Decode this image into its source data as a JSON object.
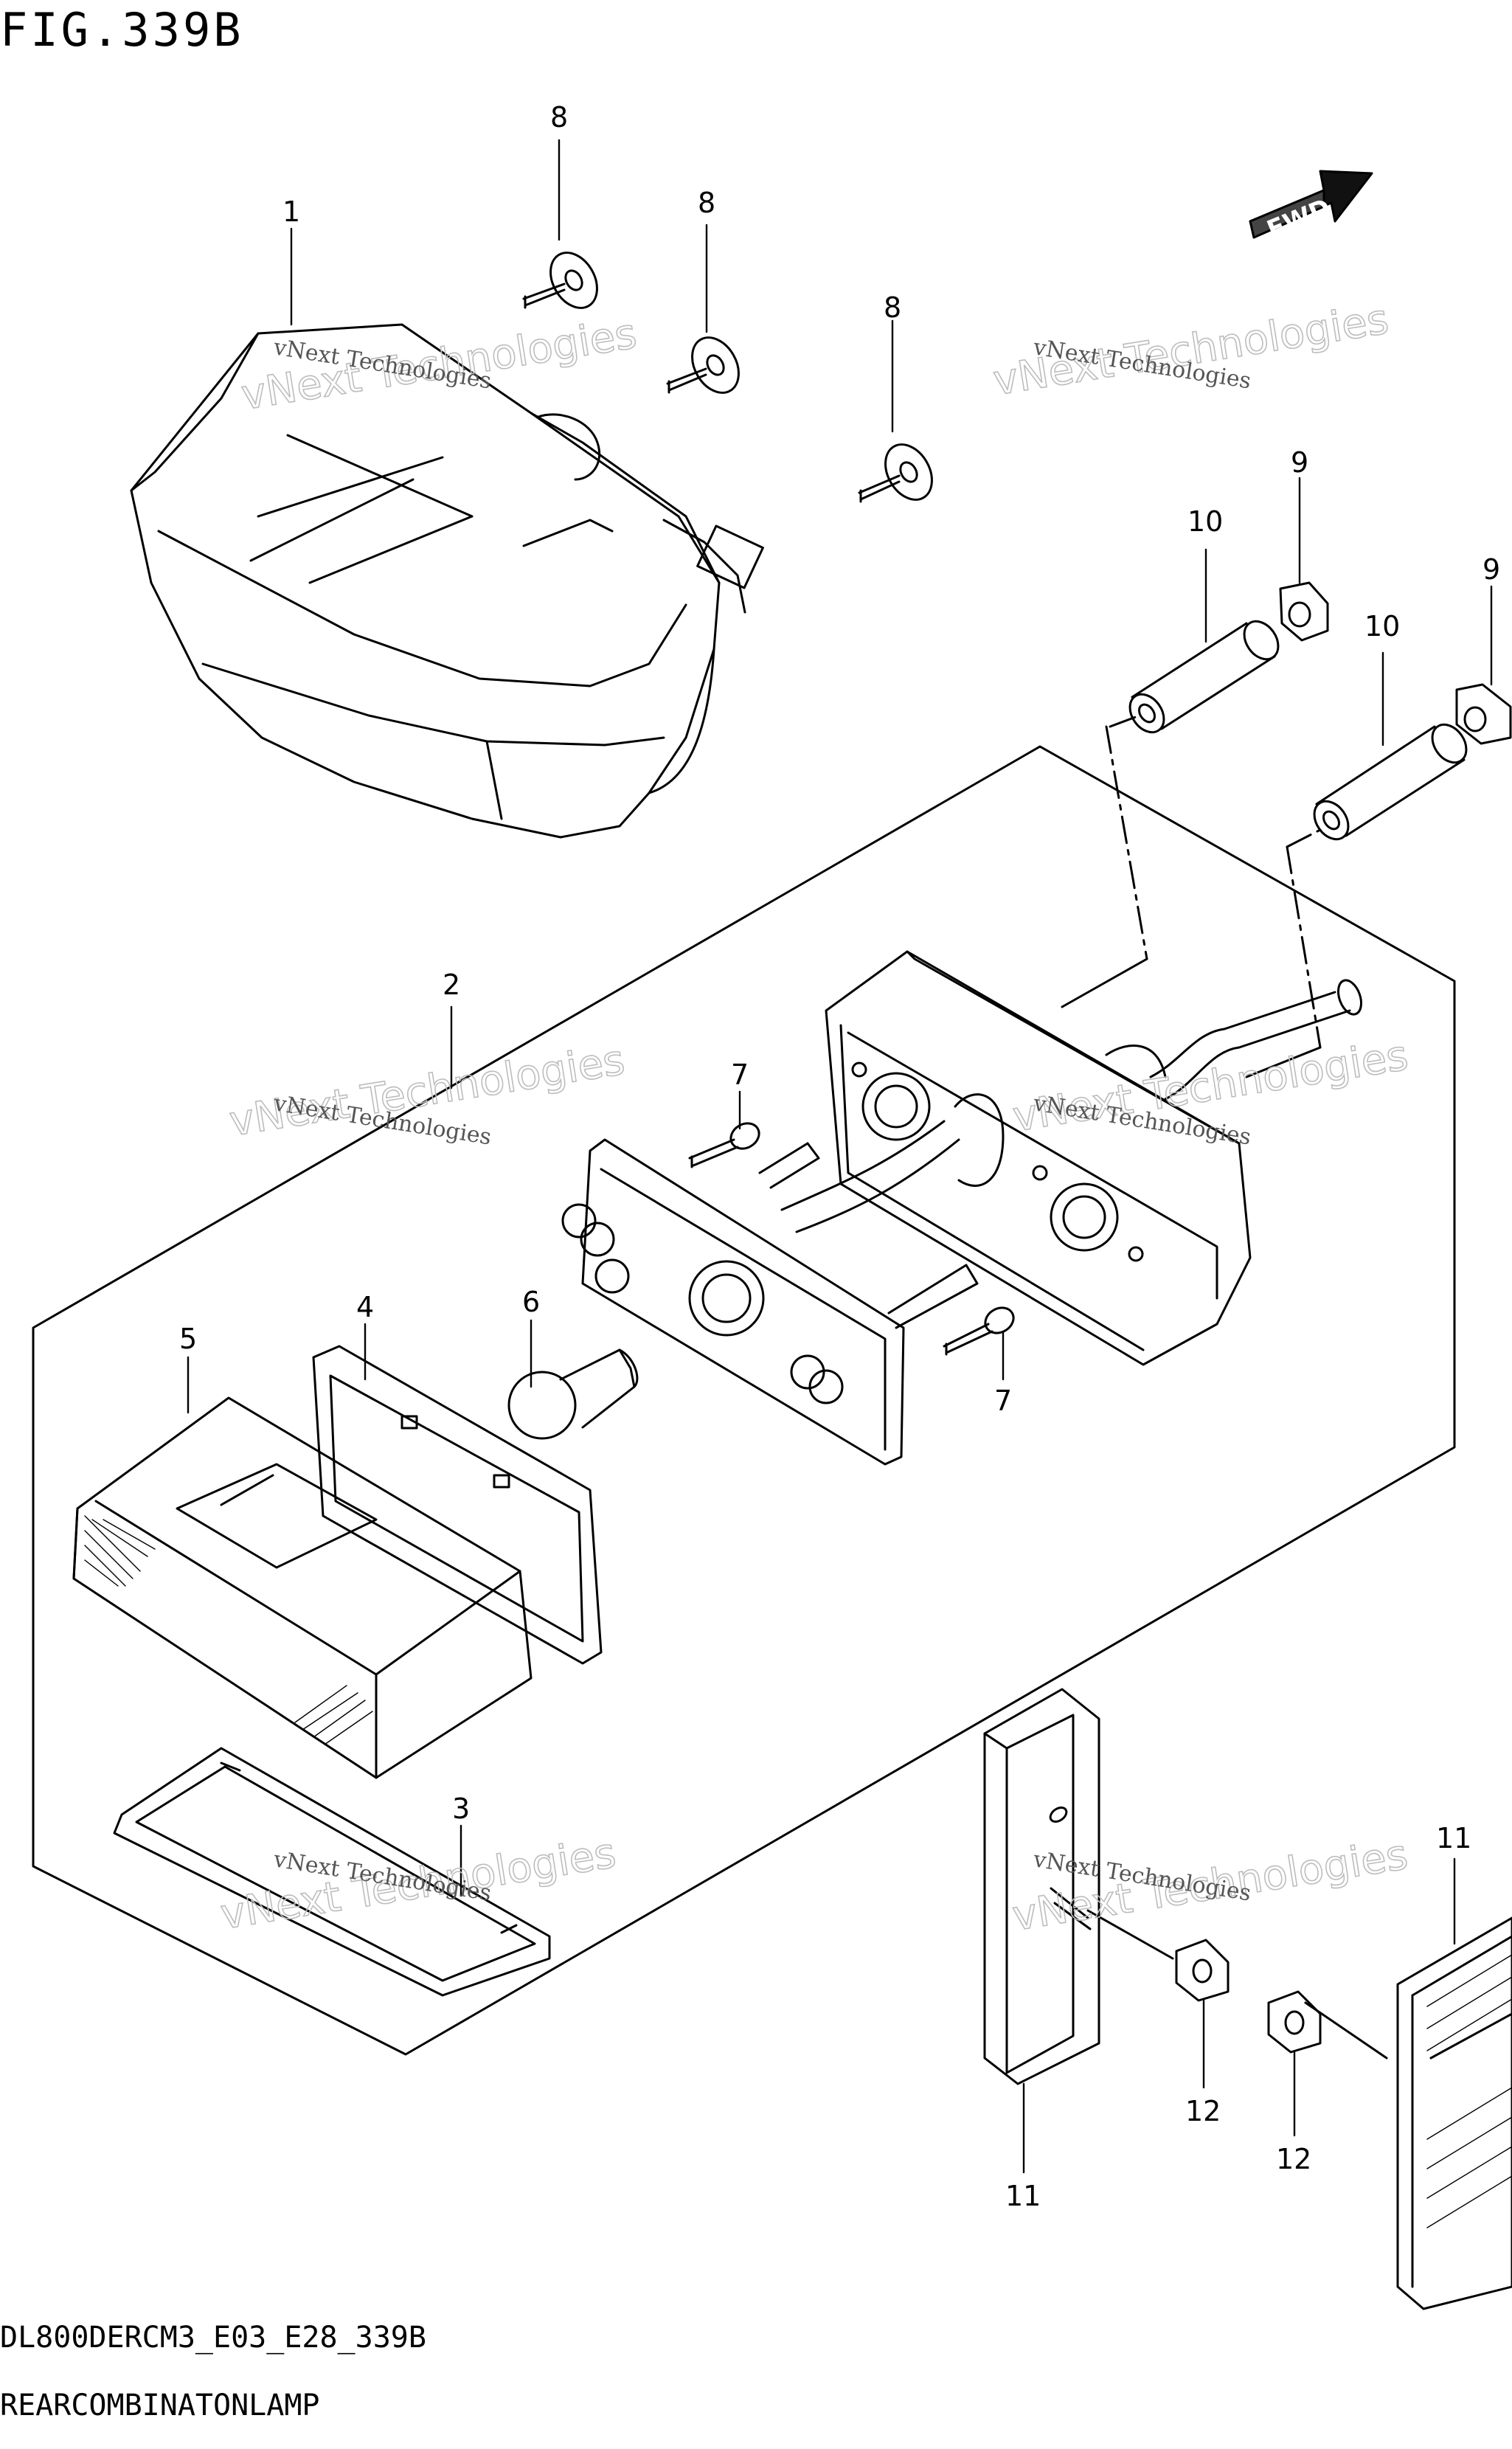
{
  "figure": {
    "title": "FIG.339B",
    "model_code": "DL800DERCM3_E03_E28_339B",
    "caption": "REARCOMBINATONLAMP"
  },
  "badge": {
    "label": "FWD"
  },
  "callouts": [
    "1",
    "2",
    "3",
    "4",
    "5",
    "6",
    "7",
    "7",
    "8",
    "8",
    "8",
    "9",
    "9",
    "10",
    "10",
    "11",
    "11",
    "12",
    "12"
  ],
  "watermark": {
    "line1": "vNext Technologies",
    "line2": "vNext Technologies"
  }
}
